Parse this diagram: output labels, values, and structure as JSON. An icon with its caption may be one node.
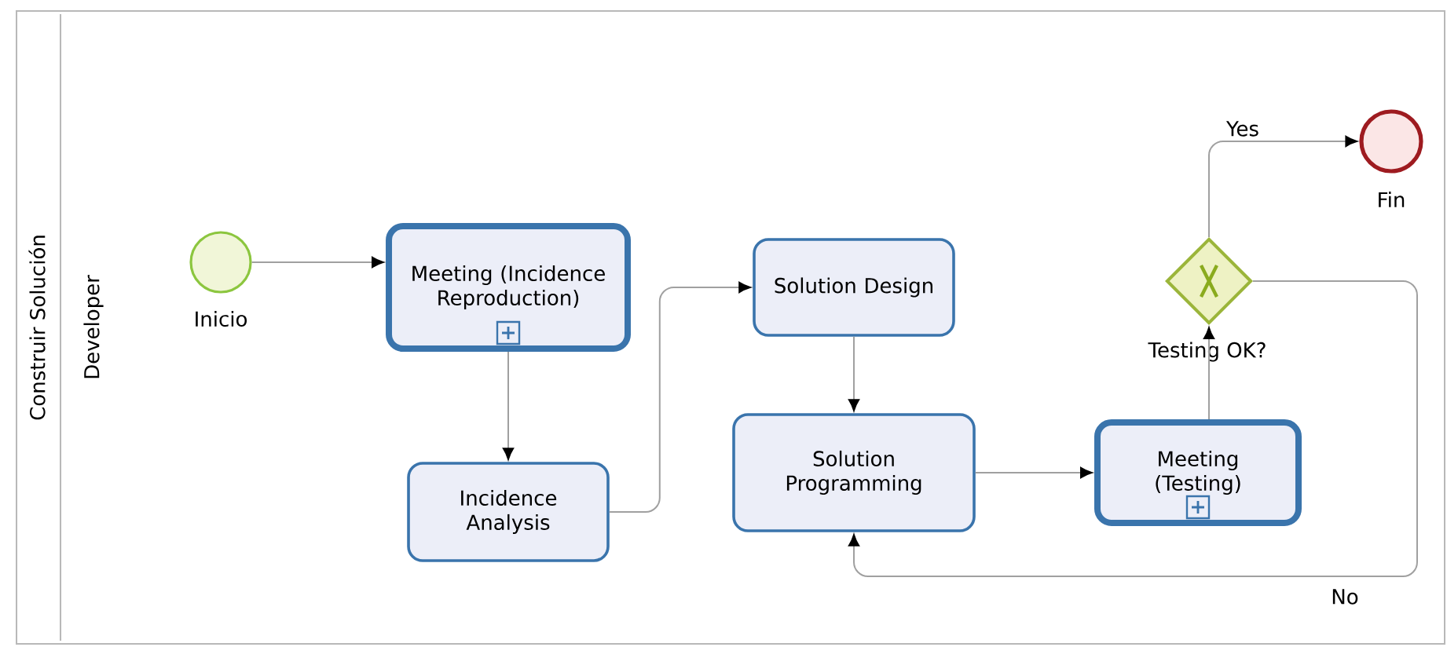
{
  "diagram": {
    "nodes": [
      {
        "text": [
          "Construir Solución"
        ]
      },
      {
        "text": [
          "Developer"
        ],
        "in": 0
      },
      {
        "text": [],
        "shape": "circle",
        "beside": [
          "Inicio"
        ],
        "in": 1
      },
      {
        "text": [
          "Meeting (Incidence Reproduction)"
        ],
        "in": 1
      },
      {
        "text": [
          "Incidence Analysis"
        ],
        "in": 1
      },
      {
        "text": [
          "Solution Design"
        ],
        "in": 1
      },
      {
        "text": [
          "Solution Programming"
        ],
        "in": 1
      },
      {
        "text": [
          "Meeting (Testing)"
        ],
        "in": 1
      },
      {
        "text": [],
        "shape": "diamond",
        "beside": [
          "Testing OK?"
        ],
        "in": 1
      },
      {
        "text": [],
        "shape": "circle",
        "beside": [
          "Fin"
        ],
        "in": 1
      }
    ],
    "edges": [
      {
        "from": 2,
        "to": 3,
        "arrow": "to"
      },
      {
        "from": 3,
        "to": 4,
        "arrow": "to"
      },
      {
        "from": 4,
        "to": 5,
        "arrow": "to"
      },
      {
        "from": 5,
        "to": 6,
        "arrow": "to"
      },
      {
        "from": 6,
        "to": 7,
        "arrow": "to"
      },
      {
        "from": 7,
        "to": 8,
        "arrow": "to"
      },
      {
        "from": 8,
        "to": 9,
        "arrow": "to",
        "label": "Yes"
      },
      {
        "from": 8,
        "to": 6,
        "arrow": "to",
        "label": "No"
      }
    ]
  }
}
